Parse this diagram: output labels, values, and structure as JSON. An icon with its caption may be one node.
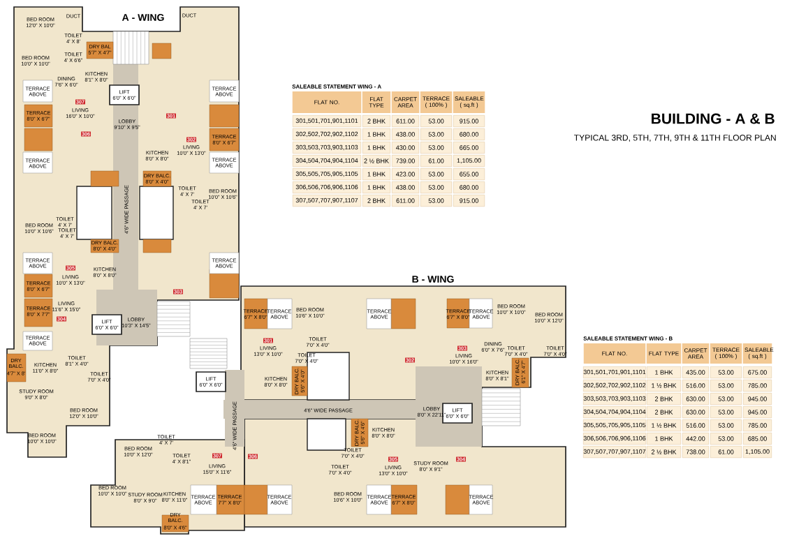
{
  "diagram": {
    "title": "BUILDING - A & B",
    "labels": [
      "TYPICAL 3RD, 5TH, 7TH, 9TH & 11TH FLOOR PLAN",
      "A - WING",
      "BED ROOM",
      "12'0\" X 10'0\"",
      "DUCT",
      "DUCT",
      "TOILET",
      "4' X 8'",
      "TOILET",
      "4' X 6'6\"",
      "DRY BAL",
      "5'7\" X 4'7\"",
      "BED ROOM",
      "10'0\" X 10'0\"",
      "DINING",
      "7'6\" X 6'0\"",
      "KITCHEN",
      "8'1\" X 8'0\"",
      "TERRACE ABOVE",
      "LIFT",
      "6'0\" X 6'0\"",
      "307",
      "LIVING",
      "16'0\" X 10'0\"",
      "TERRACE",
      "8'0\" X 6'7\"",
      "LOBBY",
      "9'10\" X 9'5\"",
      "301",
      "TERRACE ABOVE",
      "306",
      "302",
      "LIVING",
      "10'0\" X 13'0\"",
      "TERRACE",
      "8'0\" X 6'7\"",
      "KITCHEN",
      "8'0\" X 8'0\"",
      "TERRACE ABOVE",
      "TERRACE ABOVE",
      "DRY BALC.",
      "8'0\" X 4'0\"",
      "TOILET",
      "4' X 7'",
      "BED ROOM",
      "10'0\" X 10'6\"",
      "TOILET",
      "4' X 7'",
      "4'6\" WIDE PASSAGE",
      "BED ROOM",
      "10'0\" X 10'6\"",
      "TOILET",
      "4' X 7'",
      "TOILET",
      "4' X 7'",
      "DRY BALC.",
      "8'0\" X 4'0\"",
      "TERRACE ABOVE",
      "TERRACE ABOVE",
      "305",
      "KITCHEN",
      "8'0\" X 8'0\"",
      "TERRACE",
      "8'0\" X 6'7\"",
      "LIVING",
      "10'0\" X 13'0\"",
      "303",
      "TERRACE",
      "8'0\" X 7'7\"",
      "LIVING",
      "11'6\" X 15'0\"",
      "304",
      "LIFT",
      "6'0\" X 6'0\"",
      "LOBBY",
      "10'3\" X 14'5\"",
      "TERRACE ABOVE",
      "TOILET",
      "8'1\" X 4'0\"",
      "DRY BALC.",
      "4'7\" X 8'",
      "KITCHEN",
      "11'0\" X 8'0\"",
      "TOILET",
      "7'0\" X 4'0\"",
      "STUDY ROOM",
      "9'0\" X 8'0\"",
      "BED ROOM",
      "12'0\" X 10'0\"",
      "BED ROOM",
      "10'0\" X 10'0\"",
      "SALEABLE STATEMENT WING - A",
      "FLAT NO.",
      "FLAT TYPE",
      "CARPET AREA",
      "TERRACE ( 100% )",
      "SALEABLE ( sq.ft )",
      "301,501,701,901,1101",
      "2 BHK",
      "611.00",
      "53.00",
      "915.00",
      "302,502,702,902,1102",
      "1 BHK",
      "438.00",
      "53.00",
      "680.00",
      "303,503,703,903,1103",
      "1 BHK",
      "430.00",
      "53.00",
      "665.00",
      "304,504,704,904,1104",
      "2 ½ BHK",
      "739.00",
      "61.00",
      "1,105.00",
      "305,505,705,905,1105",
      "1 BHK",
      "423.00",
      "53.00",
      "655.00",
      "306,506,706,906,1106",
      "1 BHK",
      "438.00",
      "53.00",
      "680.00",
      "307,507,707,907,1107",
      "2 BHK",
      "611.00",
      "53.00",
      "915.00",
      "B - WING",
      "LIFT",
      "6'0\" X 6'0\"",
      "4'6\" WIDE PASSAGE",
      "TERRACE",
      "6'7\" X 8'0\"",
      "TERRACE ABOVE",
      "BED ROOM",
      "10'6\" X 10'0\"",
      "TERRACE ABOVE",
      "TERRACE",
      "6'7\" X 8'0\"",
      "TERRACE ABOVE",
      "BED ROOM",
      "10'0\" X 10'0\"",
      "BED ROOM",
      "10'0\" X 12'0\"",
      "301",
      "LIVING",
      "13'0\" X 10'0\"",
      "TOILET",
      "7'0\" X 4'0\"",
      "TOILET",
      "7'0\" X 4'0\"",
      "302",
      "303",
      "DINING",
      "6'0\" X 7'6\"",
      "LIVING",
      "10'0\" X 16'0\"",
      "TOILET",
      "7'0\" X 4'0\"",
      "TOILET",
      "7'0\" X 4'0\"",
      "KITCHEN",
      "8'0\" X 8'0\"",
      "DRY BALC.",
      "5'6\" X 4'0\"",
      "KITCHEN",
      "8'0\" X 8'1\"",
      "DRY BALC.",
      "6'1\" X 4'7\"",
      "4'6\" WIDE PASSAGE",
      "LOBBY",
      "8'0\" X 22'11\"",
      "LIFT",
      "6'0\" X 6'0\"",
      "DRY BALC.",
      "5'6\" X 4'6\"",
      "KITCHEN",
      "8'0\" X 8'0\"",
      "BED ROOM",
      "10'0\" X 12'0\"",
      "TOILET",
      "4' X 7'",
      "TOILET",
      "4' X 8'1\"",
      "307",
      "LIVING",
      "15'0\" X 11'6\"",
      "306",
      "TOILET",
      "7'0\" X 4'0\"",
      "305",
      "LIVING",
      "13'0\" X 10'0\"",
      "304",
      "STUDY ROOM",
      "8'0\" X 9'1\"",
      "TOILET",
      "7'0\" X 4'0\"",
      "BED ROOM",
      "10'0\" X 10'0\"",
      "STUDY ROOM",
      "8'0\" X 9'0\"",
      "KITCHEN",
      "8'0\" X 11'0\"",
      "TERRACE ABOVE",
      "TERRACE",
      "7'7\" X 8'0\"",
      "TERRACE ABOVE",
      "BED ROOM",
      "10'6\" X 10'0\"",
      "TERRACE ABOVE",
      "TERRACE",
      "6'7\" X 8'0\"",
      "TERRACE ABOVE",
      "DRY BALC.",
      "8'0\" X 4'6\"",
      "SALEABLE STATEMENT WING - B",
      "FLAT NO.",
      "FLAT TYPE",
      "CARPET AREA",
      "TERRACE ( 100% )",
      "SALEABLE ( sq.ft )",
      "301,501,701,901,1101",
      "1 BHK",
      "435.00",
      "53.00",
      "675.00",
      "302,502,702,902,1102",
      "1 ½ BHK",
      "516.00",
      "53.00",
      "785.00",
      "303,503,703,903,1103",
      "2 BHK",
      "630.00",
      "53.00",
      "945.00",
      "304,504,704,904,1104",
      "2 BHK",
      "630.00",
      "53.00",
      "945.00",
      "305,505,705,905,1105",
      "1 ½ BHK",
      "516.00",
      "53.00",
      "785.00",
      "306,506,706,906,1106",
      "1 BHK",
      "442.00",
      "53.00",
      "685.00",
      "307,507,707,907,1107",
      "2 ½ BHK",
      "738.00",
      "61.00",
      "1,105.00"
    ]
  }
}
